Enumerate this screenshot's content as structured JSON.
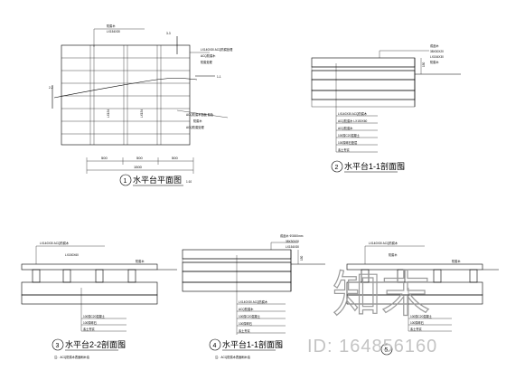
{
  "drawing": {
    "plan": {
      "number": "1",
      "title": "水平台平面图",
      "scale": "1:10",
      "dims": [
        "500",
        "500",
        "500"
      ],
      "total_dim": "1500",
      "notes": [
        "防腐木",
        "LX154X30",
        "LX140X30 ACQ防腐处理",
        "ACQ防腐木",
        "防腐处理",
        "ACQ防腐木面板 颜色",
        "防腐木",
        "ACQ防腐处理"
      ],
      "section_marks": [
        "3-3",
        "1-1",
        "2-2"
      ]
    },
    "section11_top": {
      "number": "2",
      "title": "水平台1-1剖面图",
      "scale": "1:5",
      "notes": [
        "成品木",
        "38X30X20",
        "LX154X30",
        "防腐木"
      ],
      "dim": "150",
      "layers": [
        "LX140X30 ACQ防腐木",
        "ACQ防腐木 LX150X60",
        "ACQ防腐木",
        "100厚C20混凝土",
        "100厚碎石垫层",
        "素土夯实"
      ]
    },
    "section22": {
      "number": "3",
      "title": "水平台2-2剖面图",
      "scale": "1:5",
      "notes": [
        "LX140X30 ACQ防腐木",
        "LX150X60",
        "防腐木"
      ],
      "layers": [
        "100厚C20混凝土",
        "100厚碎石",
        "素土夯实"
      ],
      "footnote": "注：ACQ防腐木表面刷木油"
    },
    "section11_bottom": {
      "number": "4",
      "title": "水平台1-1剖面图",
      "scale": "1:5",
      "notes": [
        "成品木 Φ3000mm",
        "38X30X20",
        "LX154X30"
      ],
      "dim": "150",
      "layers": [
        "LX140X30 ACQ防腐木",
        "ACQ防腐木",
        "100厚C20混凝土",
        "100厚碎石",
        "素土夯实"
      ],
      "footnote": "注：ACQ防腐木表面刷木油"
    },
    "section5": {
      "number": "5",
      "notes": [
        "LX140X30 ACQ防腐木",
        "防腐木",
        "防腐木"
      ],
      "layers": [
        "100厚C20混凝土",
        "100厚碎石",
        "素土夯实"
      ]
    }
  },
  "watermark": {
    "logo_text": "知末",
    "id_text": "ID: 164856160"
  }
}
